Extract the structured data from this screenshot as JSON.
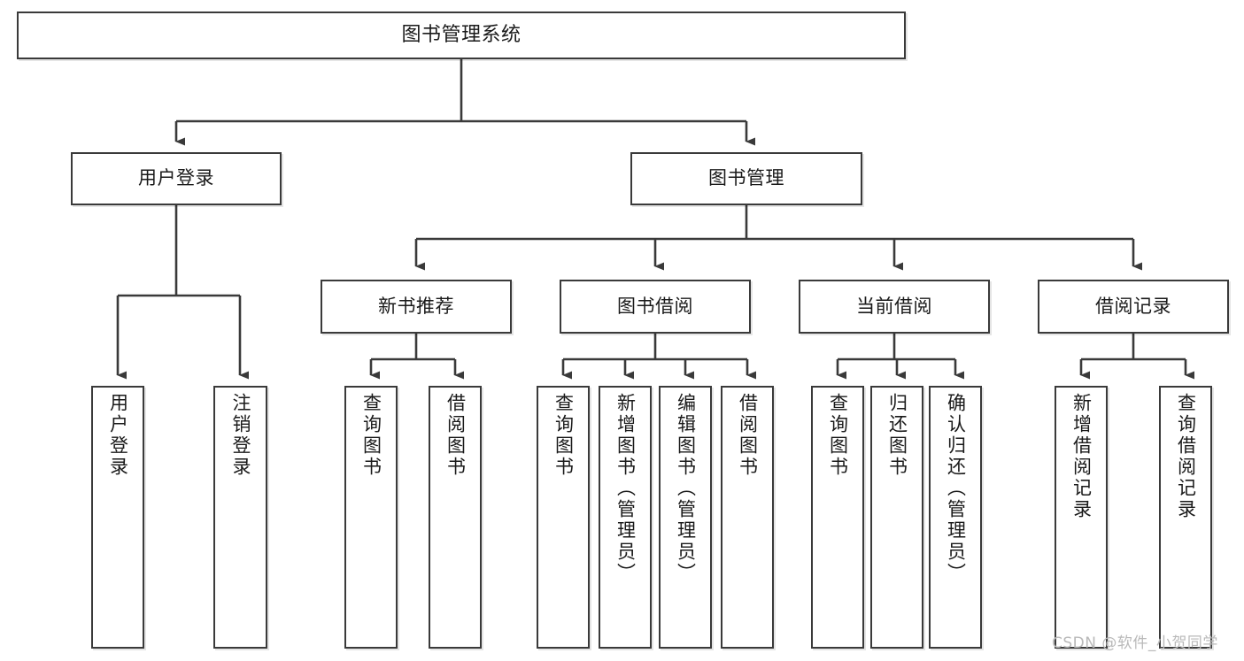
{
  "diagram": {
    "title": "图书管理系统",
    "type": "tree",
    "watermark": "CSDN @软件_小贺同学",
    "colors": {
      "stroke": "#3a3a3a",
      "fill": "#ffffff",
      "text": "#1a1a1a",
      "watermark": "#b9b9b9"
    },
    "nodes": {
      "root": {
        "label": "图书管理系统",
        "orientation": "horizontal"
      },
      "user_login": {
        "label": "用户登录",
        "orientation": "horizontal"
      },
      "book_manage": {
        "label": "图书管理",
        "orientation": "horizontal"
      },
      "new_book_rec": {
        "label": "新书推荐",
        "orientation": "horizontal"
      },
      "book_borrow": {
        "label": "图书借阅",
        "orientation": "horizontal"
      },
      "current_borrow": {
        "label": "当前借阅",
        "orientation": "horizontal"
      },
      "borrow_record": {
        "label": "借阅记录",
        "orientation": "horizontal"
      },
      "leaf_user_login": {
        "label": "用户登录",
        "orientation": "vertical"
      },
      "leaf_logout": {
        "label": "注销登录",
        "orientation": "vertical"
      },
      "leaf_query_book_1": {
        "label": "查询图书",
        "orientation": "vertical"
      },
      "leaf_borrow_book_1": {
        "label": "借阅图书",
        "orientation": "vertical"
      },
      "leaf_query_book_2": {
        "label": "查询图书",
        "orientation": "vertical"
      },
      "leaf_add_book": {
        "label": "新增图书（管理员）",
        "orientation": "vertical"
      },
      "leaf_edit_book": {
        "label": "编辑图书（管理员）",
        "orientation": "vertical"
      },
      "leaf_borrow_book_2": {
        "label": "借阅图书",
        "orientation": "vertical"
      },
      "leaf_query_book_3": {
        "label": "查询图书",
        "orientation": "vertical"
      },
      "leaf_return_book": {
        "label": "归还图书",
        "orientation": "vertical"
      },
      "leaf_confirm_return": {
        "label": "确认归还（管理员）",
        "orientation": "vertical"
      },
      "leaf_add_record": {
        "label": "新增借阅记录",
        "orientation": "vertical"
      },
      "leaf_query_record": {
        "label": "查询借阅记录",
        "orientation": "vertical"
      }
    },
    "hierarchy": [
      {
        "label": "图书管理系统",
        "children": [
          {
            "label": "用户登录",
            "children": [
              {
                "label": "用户登录"
              },
              {
                "label": "注销登录"
              }
            ]
          },
          {
            "label": "图书管理",
            "children": [
              {
                "label": "新书推荐",
                "children": [
                  {
                    "label": "查询图书"
                  },
                  {
                    "label": "借阅图书"
                  }
                ]
              },
              {
                "label": "图书借阅",
                "children": [
                  {
                    "label": "查询图书"
                  },
                  {
                    "label": "新增图书（管理员）"
                  },
                  {
                    "label": "编辑图书（管理员）"
                  },
                  {
                    "label": "借阅图书"
                  }
                ]
              },
              {
                "label": "当前借阅",
                "children": [
                  {
                    "label": "查询图书"
                  },
                  {
                    "label": "归还图书"
                  },
                  {
                    "label": "确认归还（管理员）"
                  }
                ]
              },
              {
                "label": "借阅记录",
                "children": [
                  {
                    "label": "新增借阅记录"
                  },
                  {
                    "label": "查询借阅记录"
                  }
                ]
              }
            ]
          }
        ]
      }
    ]
  }
}
